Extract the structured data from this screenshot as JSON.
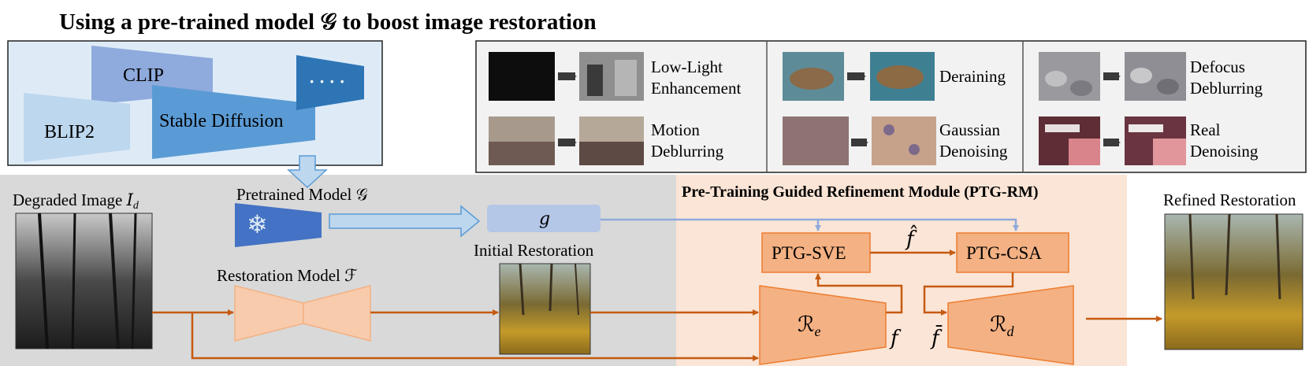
{
  "title": "Using a pre-trained model 𝒢 to boost image restoration",
  "models": {
    "clip": "CLIP",
    "blip2": "BLIP2",
    "stable_diffusion": "Stable Diffusion",
    "dots": "· · · ·"
  },
  "tasks": [
    {
      "line1": "Low-Light",
      "line2": "Enhancement"
    },
    {
      "line1": "Motion",
      "line2": "Deblurring"
    },
    {
      "line1": "Deraining",
      "line2": ""
    },
    {
      "line1": "Gaussian",
      "line2": "Denoising"
    },
    {
      "line1": "Defocus",
      "line2": "Deblurring"
    },
    {
      "line1": "Real",
      "line2": "Denoising"
    }
  ],
  "labels": {
    "degraded_image": "Degraded Image 𝐼",
    "degraded_sub": "d",
    "pretrained_model": "Pretrained Model 𝒢",
    "g_feature": "𝑔",
    "restoration_model": "Restoration Model ℱ",
    "initial_restoration": "Initial Restoration",
    "ptg_rm_title": "Pre-Training Guided Refinement Module (PTG-RM)",
    "ptg_sve": "PTG-SVE",
    "ptg_csa": "PTG-CSA",
    "f_hat": "𝑓̂",
    "f_label": "𝑓",
    "f_bar": "𝑓̄",
    "re": "ℛ",
    "re_sub": "e",
    "rd": "ℛ",
    "rd_sub": "d",
    "refined_restoration": "Refined Restoration"
  },
  "colors": {
    "gray_bg": "#d9d9d9",
    "peach_bg": "#fbe5d6",
    "orange_box": "#f4b183",
    "orange_light": "#f8cbad",
    "orange_line": "#c55a11",
    "blue_panel": "#deebf7",
    "blue_arrow": "#8faadc",
    "blue_dark": "#2e75b6",
    "blue_mid": "#4472c4",
    "g_box": "#b4c7e7"
  }
}
